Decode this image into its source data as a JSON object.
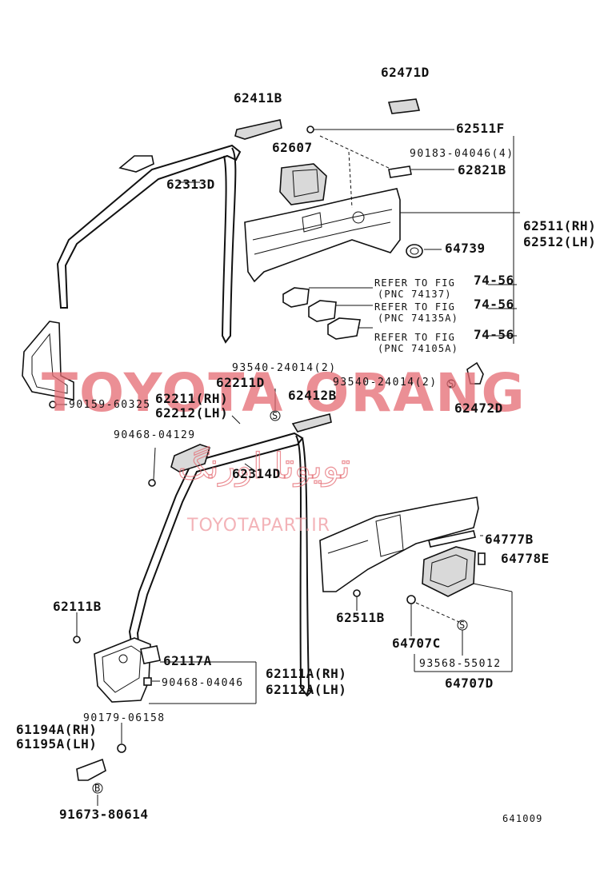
{
  "watermarks": {
    "brand": "TOYOTA ORANG",
    "persian": "تویوتا اورنگ",
    "site": "TOYOTAPART.IR"
  },
  "figure_code": "641009",
  "labels": {
    "p62471D": "62471D",
    "p62411B": "62411B",
    "p62511F": "62511F",
    "p62607": "62607",
    "p90183": "90183-04046(4)",
    "p62313D": "62313D",
    "p62821B": "62821B",
    "p62511RH": "62511(RH)",
    "p62512LH": "62512(LH)",
    "p64739": "64739",
    "ref1a": "REFER TO FIG",
    "ref1b": "(PNC 74137)",
    "ref1c": "74-56",
    "ref2a": "REFER TO FIG",
    "ref2b": "(PNC 74135A)",
    "ref2c": "74-56",
    "ref3a": "REFER TO FIG",
    "ref3b": "(PNC 74105A)",
    "ref3c": "74-56",
    "p93540a": "93540-24014(2)",
    "p62211D": "62211D",
    "p93540b": "93540-24014(2)",
    "p90159": "90159-60325",
    "p62211RH": "62211(RH)",
    "p62212LH": "62212(LH)",
    "p62412B": "62412B",
    "p62472D": "62472D",
    "p90468a": "90468-04129",
    "p62314D": "62314D",
    "p64777B": "64777B",
    "p64778E": "64778E",
    "p62111B": "62111B",
    "p62511B": "62511B",
    "p64707C": "64707C",
    "p62117A": "62117A",
    "p62111ARH": "62111A(RH)",
    "p62112ALH": "62112A(LH)",
    "p90468b": "90468-04046",
    "p93568": "93568-55012",
    "p64707D": "64707D",
    "p90179": "90179-06158",
    "p61194A": "61194A(RH)",
    "p61195A": "61195A(LH)",
    "p91673": "91673-80614"
  },
  "symbols": {
    "s_mark": "S",
    "b_mark": "B"
  }
}
